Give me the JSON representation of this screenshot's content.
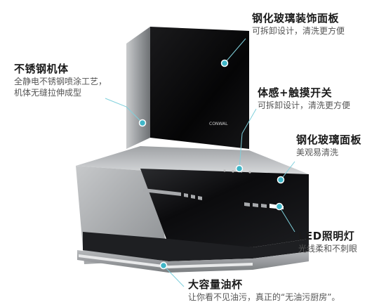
{
  "product": {
    "brand_logo_text": "CONWAL"
  },
  "callouts": [
    {
      "id": "glass-decor-panel",
      "title": "钢化玻璃装饰面板",
      "desc": [
        "可拆卸设计，清洗更方便"
      ]
    },
    {
      "id": "stainless-body",
      "title": "不锈钢机体",
      "desc": [
        "全静电不锈钢喷涂工艺，",
        "机体无缝拉伸成型"
      ]
    },
    {
      "id": "touch-switch",
      "title": "体感+触摸开关",
      "desc": [
        "可拆卸设计，清洗更方便"
      ]
    },
    {
      "id": "glass-panel",
      "title": "钢化玻璃面板",
      "desc": [
        "美观易清洗"
      ]
    },
    {
      "id": "led-light",
      "title": "LED照明灯",
      "desc": [
        "光线柔和不刺眼"
      ]
    },
    {
      "id": "oil-cup",
      "title": "大容量油杯",
      "desc": [
        "让你看不见油污，真正的“无油污厨房”。"
      ]
    }
  ],
  "colors": {
    "accent_dot": "#3fb6c8",
    "leader_line": "#7fd0dc"
  }
}
